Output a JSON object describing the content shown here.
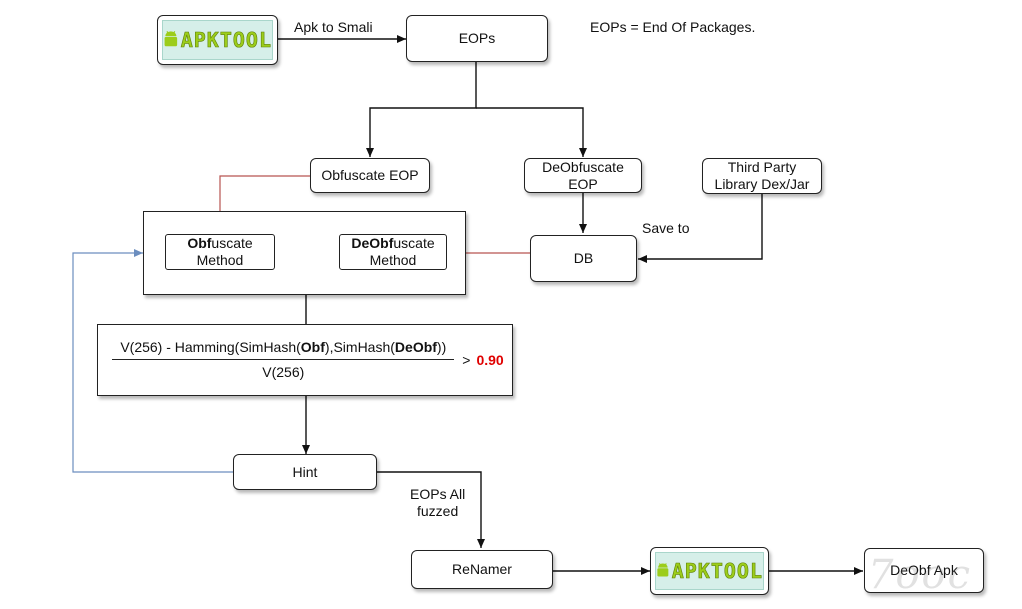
{
  "nodes": {
    "eops": "EOPs",
    "obfuscate_eop": "Obfuscate EOP",
    "deobfuscate_eop": [
      "DeObfuscate",
      "EOP"
    ],
    "third_party": [
      "Third Party",
      "Library Dex/Jar"
    ],
    "db": "DB",
    "obf_method": {
      "bold": "Obf",
      "rest": "uscate",
      "line2": "Method"
    },
    "deobf_method": {
      "bold": "DeObf",
      "rest": "uscate",
      "line2": "Method"
    },
    "hint": "Hint",
    "renamer": "ReNamer",
    "deobf_apk": "DeObf Apk",
    "apktool_logo": "APKTOOL"
  },
  "formula": {
    "numerator_pre": "V(256) - Hamming(SimHash(",
    "obf": "Obf",
    "mid": "),SimHash(",
    "deobf": "DeObf",
    "numerator_post": "))",
    "denominator": "V(256)",
    "comparator": ">",
    "threshold": "0.90"
  },
  "labels": {
    "apk_to_smali": "Apk to Smali",
    "eops_definition": "EOPs = End Of Packages.",
    "save_to": "Save to",
    "eops_all_fuzzed": [
      "EOPs All",
      "fuzzed"
    ],
    "watermark": "7ooc"
  },
  "colors": {
    "edge_default": "#111111",
    "edge_red": "#b85450",
    "edge_blue": "#6c8ebf",
    "threshold": "#e00000",
    "logo_text": "#9ccd1b"
  }
}
